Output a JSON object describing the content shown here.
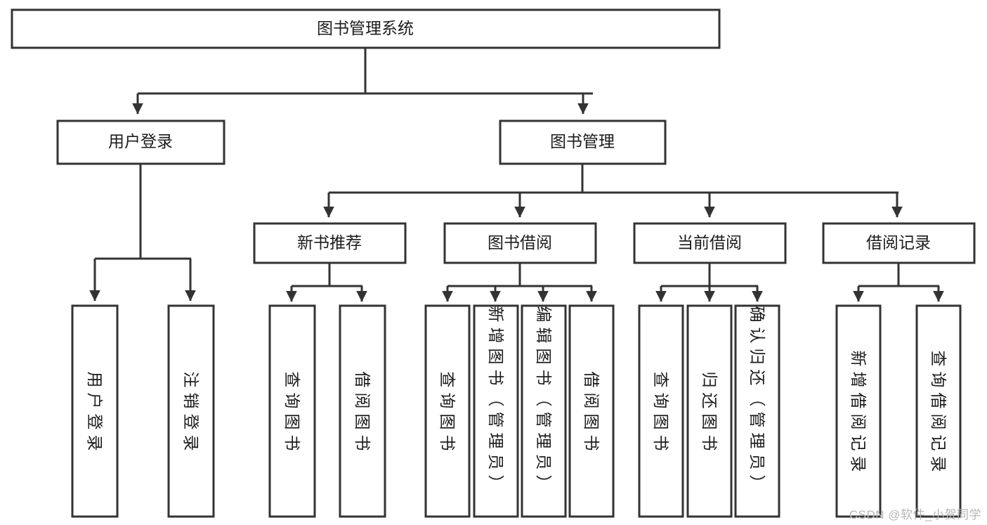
{
  "diagram": {
    "title": "图书管理系统",
    "type": "hierarchy-tree",
    "watermark": "CSDN @软件_小贺同学",
    "colors": {
      "background": "#ffffff",
      "box_stroke": "#333333",
      "box_fill": "#ffffff",
      "text": "#1c1c1c",
      "watermark": "#b6b6b6"
    },
    "root": {
      "label": "图书管理系统"
    },
    "level2": [
      {
        "label": "用户登录"
      },
      {
        "label": "图书管理"
      }
    ],
    "level3": [
      {
        "label": "新书推荐"
      },
      {
        "label": "图书借阅"
      },
      {
        "label": "当前借阅"
      },
      {
        "label": "借阅记录"
      }
    ],
    "leaves_user_login": [
      {
        "label": "用户登录"
      },
      {
        "label": "注销登录"
      }
    ],
    "leaves_new_book": [
      {
        "label": "查询图书"
      },
      {
        "label": "借阅图书"
      }
    ],
    "leaves_borrow": [
      {
        "label": "查询图书"
      },
      {
        "label": "新增图书（管理员）"
      },
      {
        "label": "编辑图书（管理员）"
      },
      {
        "label": "借阅图书"
      }
    ],
    "leaves_current": [
      {
        "label": "查询图书"
      },
      {
        "label": "归还图书"
      },
      {
        "label": "确认归还（管理员）"
      }
    ],
    "leaves_record": [
      {
        "label": "新增借阅记录"
      },
      {
        "label": "查询借阅记录"
      }
    ]
  }
}
